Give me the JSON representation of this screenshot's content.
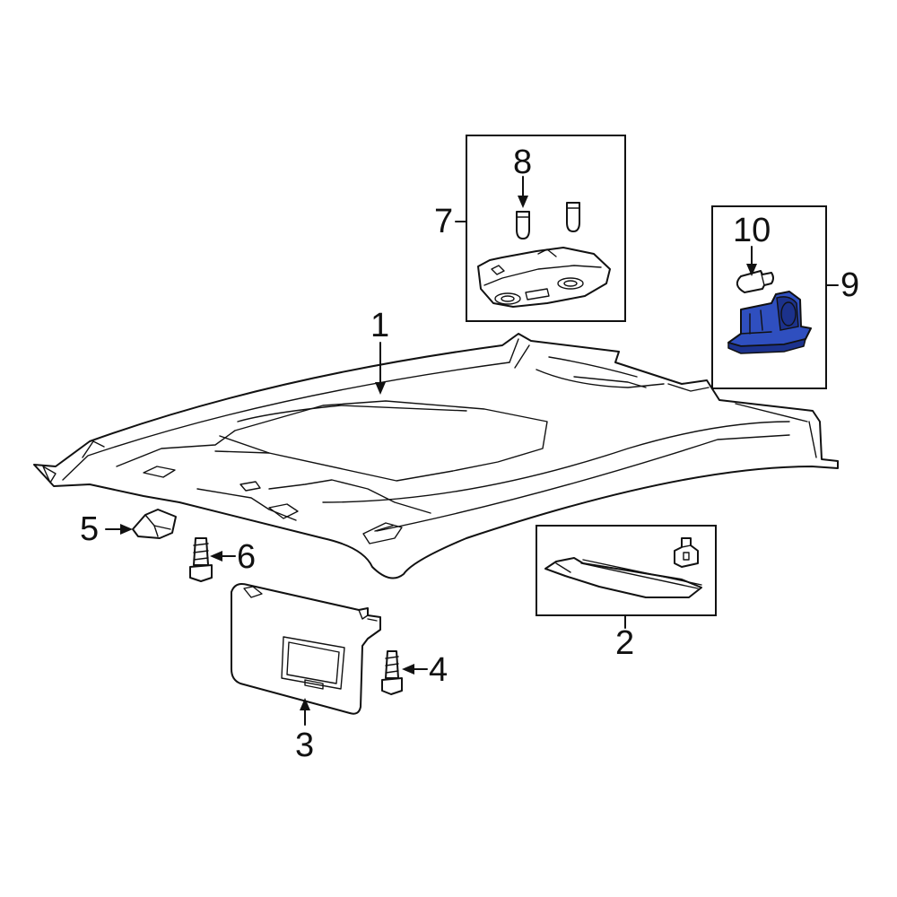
{
  "colors": {
    "line": "#111111",
    "highlight": "#2f4fbf",
    "highlight_shade": "#1c328c",
    "background": "#ffffff"
  },
  "callouts": {
    "c1": "1",
    "c2": "2",
    "c3": "3",
    "c4": "4",
    "c5": "5",
    "c6": "6",
    "c7": "7",
    "c8": "8",
    "c9": "9",
    "c10": "10"
  },
  "highlighted_part": "9"
}
